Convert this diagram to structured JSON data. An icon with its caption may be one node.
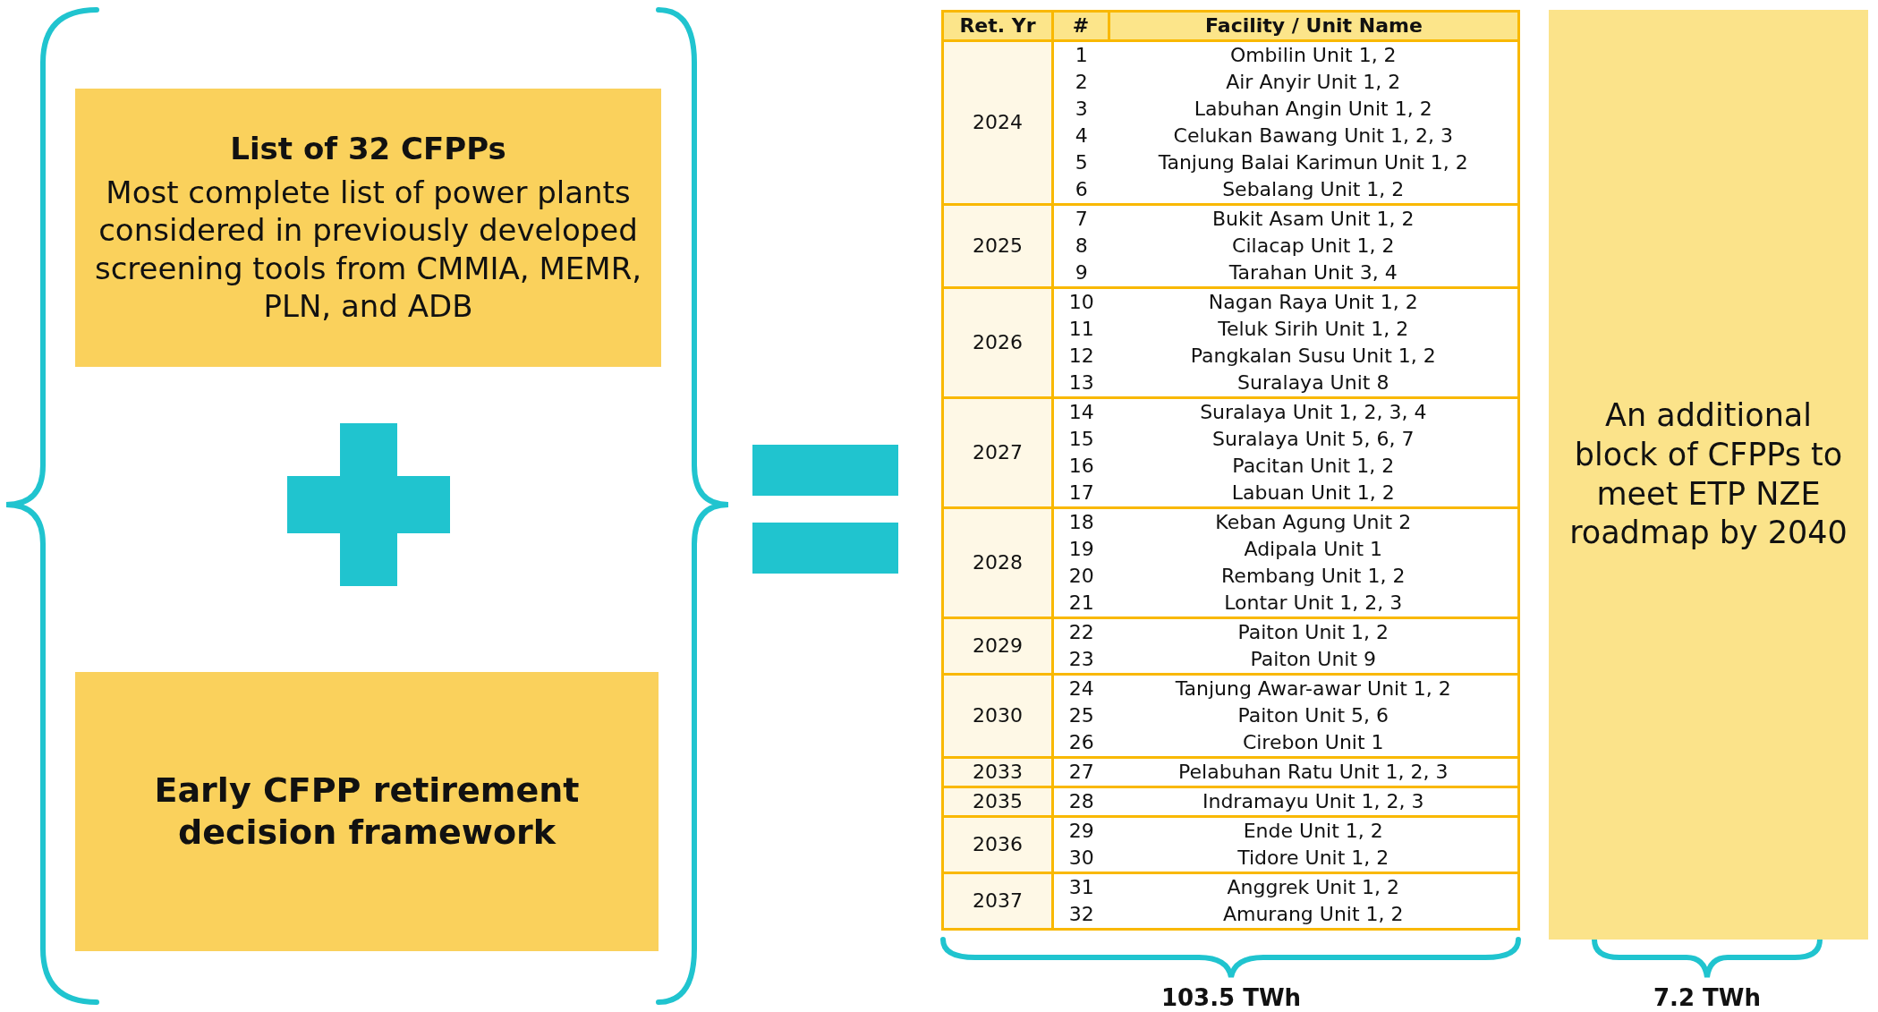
{
  "diagram": {
    "nodes": [
      {
        "text": [
          "List of 32 CFPPs",
          "Most complete list of power plants considered in previously developed screening tools from CMMIA, MEMR, PLN, and ADB"
        ]
      },
      {
        "text": [
          "Early CFPP retirement decision framework"
        ]
      },
      {
        "text": [
          "An additional block of CFPPs to meet ETP NZE roadmap by 2040"
        ]
      }
    ],
    "labels": [
      "Ret. Yr",
      "#",
      "Facility / Unit Name",
      "2024",
      "1",
      "Ombilin Unit 1, 2",
      "2",
      "Air Anyir Unit 1, 2",
      "3",
      "Labuhan Angin Unit 1, 2",
      "4",
      "Celukan Bawang Unit 1, 2, 3",
      "5",
      "Tanjung Balai Karimun Unit 1, 2",
      "6",
      "Sebalang Unit 1, 2",
      "2025",
      "7",
      "Bukit Asam Unit 1, 2",
      "8",
      "Cilacap Unit 1, 2",
      "9",
      "Tarahan Unit 3, 4",
      "2026",
      "10",
      "Nagan Raya Unit 1, 2",
      "11",
      "Teluk Sirih Unit 1, 2",
      "12",
      "Pangkalan Susu Unit 1, 2",
      "13",
      "Suralaya Unit 8",
      "2027",
      "14",
      "Suralaya Unit 1, 2, 3, 4",
      "15",
      "Suralaya Unit 5, 6, 7",
      "16",
      "Pacitan Unit 1, 2",
      "17",
      "Labuan Unit 1, 2",
      "2028",
      "18",
      "Keban Agung Unit 2",
      "19",
      "Adipala Unit 1",
      "20",
      "Rembang Unit 1, 2",
      "21",
      "Lontar Unit 1, 2, 3",
      "2029",
      "22",
      "Paiton Unit 1, 2",
      "23",
      "Paiton Unit 9",
      "2030",
      "24",
      "Tanjung Awar-awar Unit 1, 2",
      "25",
      "Paiton Unit 5, 6",
      "26",
      "Cirebon Unit 1",
      "2033",
      "27",
      "Pelabuhan Ratu Unit 1, 2, 3",
      "2035",
      "28",
      "Indramayu Unit 1, 2, 3",
      "2036",
      "29",
      "Ende Unit 1, 2",
      "30",
      "Tidore Unit 1, 2",
      "2037",
      "31",
      "Anggrek Unit 1, 2",
      "32",
      "Amurang Unit 1, 2",
      "103.5 TWh",
      "7.2 TWh"
    ]
  }
}
